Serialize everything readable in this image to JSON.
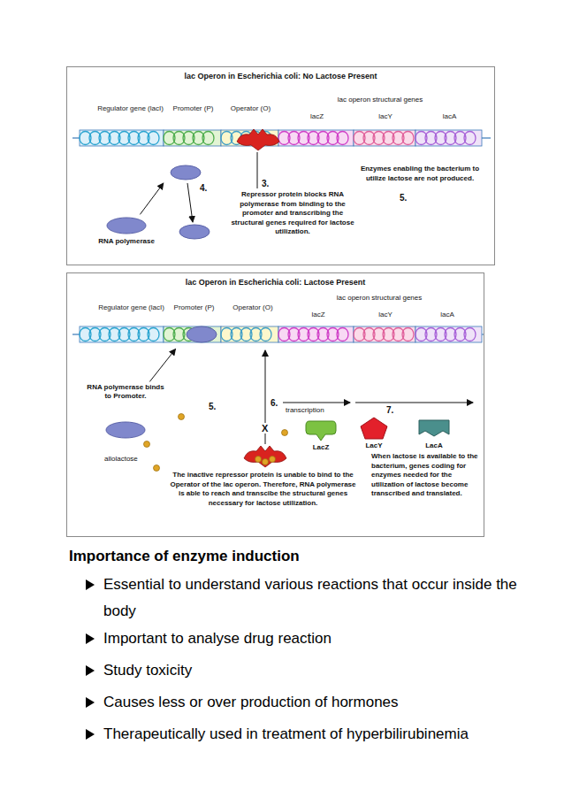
{
  "diagram": {
    "nodes": [
      {
        "text": [
          "lac Operon in Escherichia coli: No Lactose Present"
        ]
      },
      {
        "text": [
          "Regulator gene (lacI)"
        ],
        "in": 0
      },
      {
        "text": [
          "Promoter (P)"
        ],
        "in": 0
      },
      {
        "text": [
          "Operator (O)"
        ],
        "in": 0
      },
      {
        "text": [
          "lacZ"
        ],
        "in": 0
      },
      {
        "text": [
          "lacY"
        ],
        "in": 0
      },
      {
        "text": [
          "lacA"
        ],
        "in": 0
      },
      {
        "text": [
          "RNA polymerase"
        ],
        "in": 0
      },
      {
        "text": [
          "lac Operon in Escherichia coli: Lactose Present"
        ]
      },
      {
        "text": [
          "Regulator gene (lacI)"
        ],
        "in": 8
      },
      {
        "text": [
          "Promoter (P)"
        ],
        "in": 8
      },
      {
        "text": [
          "Operator (O)"
        ],
        "in": 8
      },
      {
        "text": [
          "lacZ"
        ],
        "in": 8
      },
      {
        "text": [
          "lacY"
        ],
        "in": 8
      },
      {
        "text": [
          "lacA"
        ],
        "in": 8
      },
      {
        "text": [
          "RNA polymerase binds to Promoter."
        ],
        "in": 8
      },
      {
        "text": [
          "LacZ"
        ],
        "in": 8
      },
      {
        "text": [
          "LacY"
        ],
        "in": 8
      },
      {
        "text": [
          "LacA"
        ],
        "in": 8
      }
    ],
    "edges": [
      {
        "from": 7,
        "to": 2,
        "arrow": "to"
      },
      {
        "from": 15,
        "to": 10,
        "arrow": "to"
      }
    ],
    "labels": [
      "lac operon structural genes",
      "4.",
      "3.",
      "Repressor protein blocks RNA polymerase from binding to the promoter and transcribing the structural genes required for lactose utilization.",
      "Enzymes enabling the bacterium to utilize lactose are not produced.",
      "5.",
      "lac operon structural genes",
      "5.",
      "6.",
      "transcription",
      "7.",
      "X",
      "allolactose",
      "The inactive repressor protein is unable to bind to the Operator of the lac operon. Therefore, RNA polymerase is able to reach and transcibe the structural genes necessary for lactose utilization.",
      "When lactose is available to the bacterium, genes coding for enzymes needed for the utilization of lactose become transcribed and translated.",
      "Importance of enzyme induction",
      "Essential to understand various reactions that occur inside the body",
      "Important to analyse drug reaction",
      "Study toxicity",
      "Causes less or over production of hormones",
      "Therapeutically used in treatment of hyperbilirubinemia"
    ]
  }
}
